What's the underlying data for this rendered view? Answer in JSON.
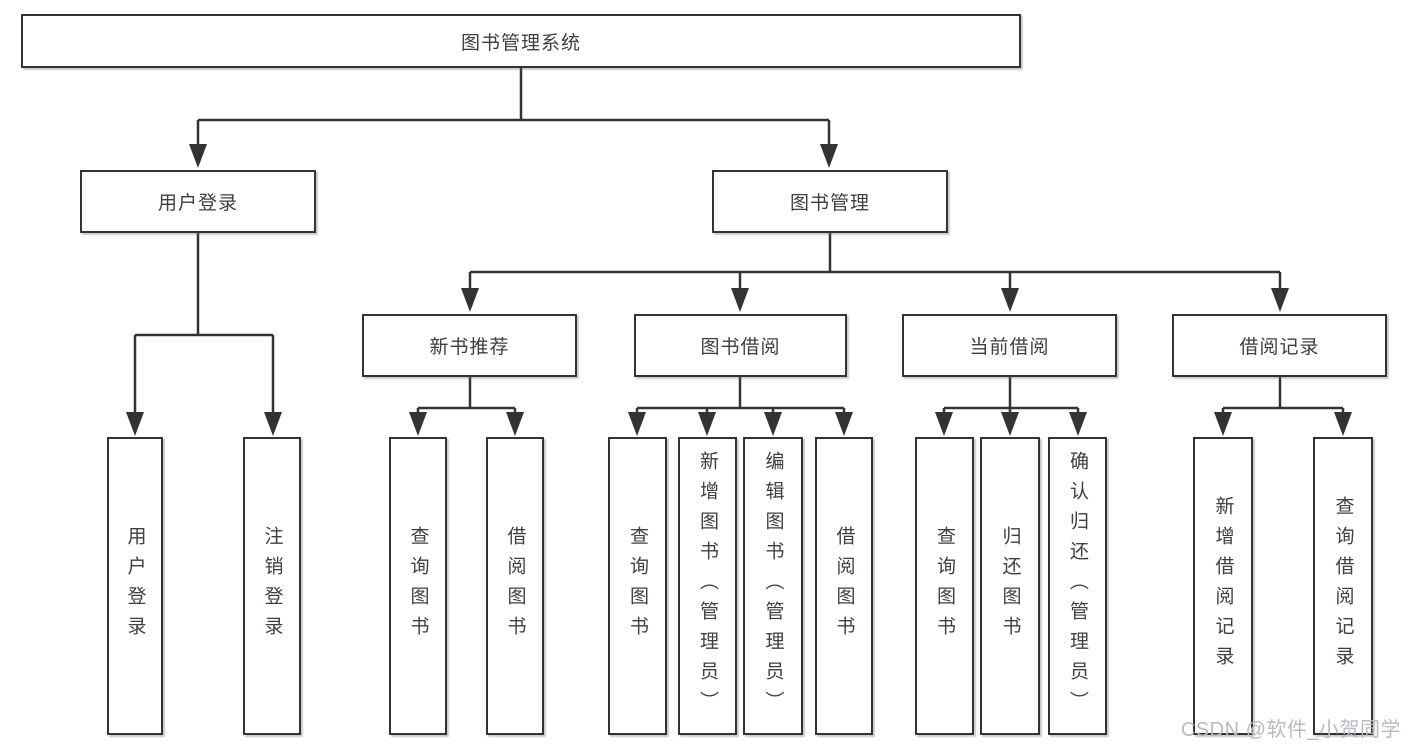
{
  "diagram": {
    "root": {
      "label": "图书管理系统"
    },
    "level2": [
      {
        "label": "用户登录"
      },
      {
        "label": "图书管理"
      }
    ],
    "level3": [
      {
        "label": "新书推荐"
      },
      {
        "label": "图书借阅"
      },
      {
        "label": "当前借阅"
      },
      {
        "label": "借阅记录"
      }
    ],
    "leaves": [
      {
        "label": "用户登录"
      },
      {
        "label": "注销登录"
      },
      {
        "label": "查询图书"
      },
      {
        "label": "借阅图书"
      },
      {
        "label": "查询图书"
      },
      {
        "label": "新增图书（管理员）"
      },
      {
        "label": "编辑图书（管理员）"
      },
      {
        "label": "借阅图书"
      },
      {
        "label": "查询图书"
      },
      {
        "label": "归还图书"
      },
      {
        "label": "确认归还（管理员）"
      },
      {
        "label": "新增借阅记录"
      },
      {
        "label": "查询借阅记录"
      }
    ]
  },
  "watermark": {
    "text": "CSDN @软件_小贺同学"
  },
  "colors": {
    "line": "#333333",
    "box_border": "#333333",
    "text": "#3c4043",
    "watermark": "#b6bbc0",
    "background": "#ffffff"
  }
}
